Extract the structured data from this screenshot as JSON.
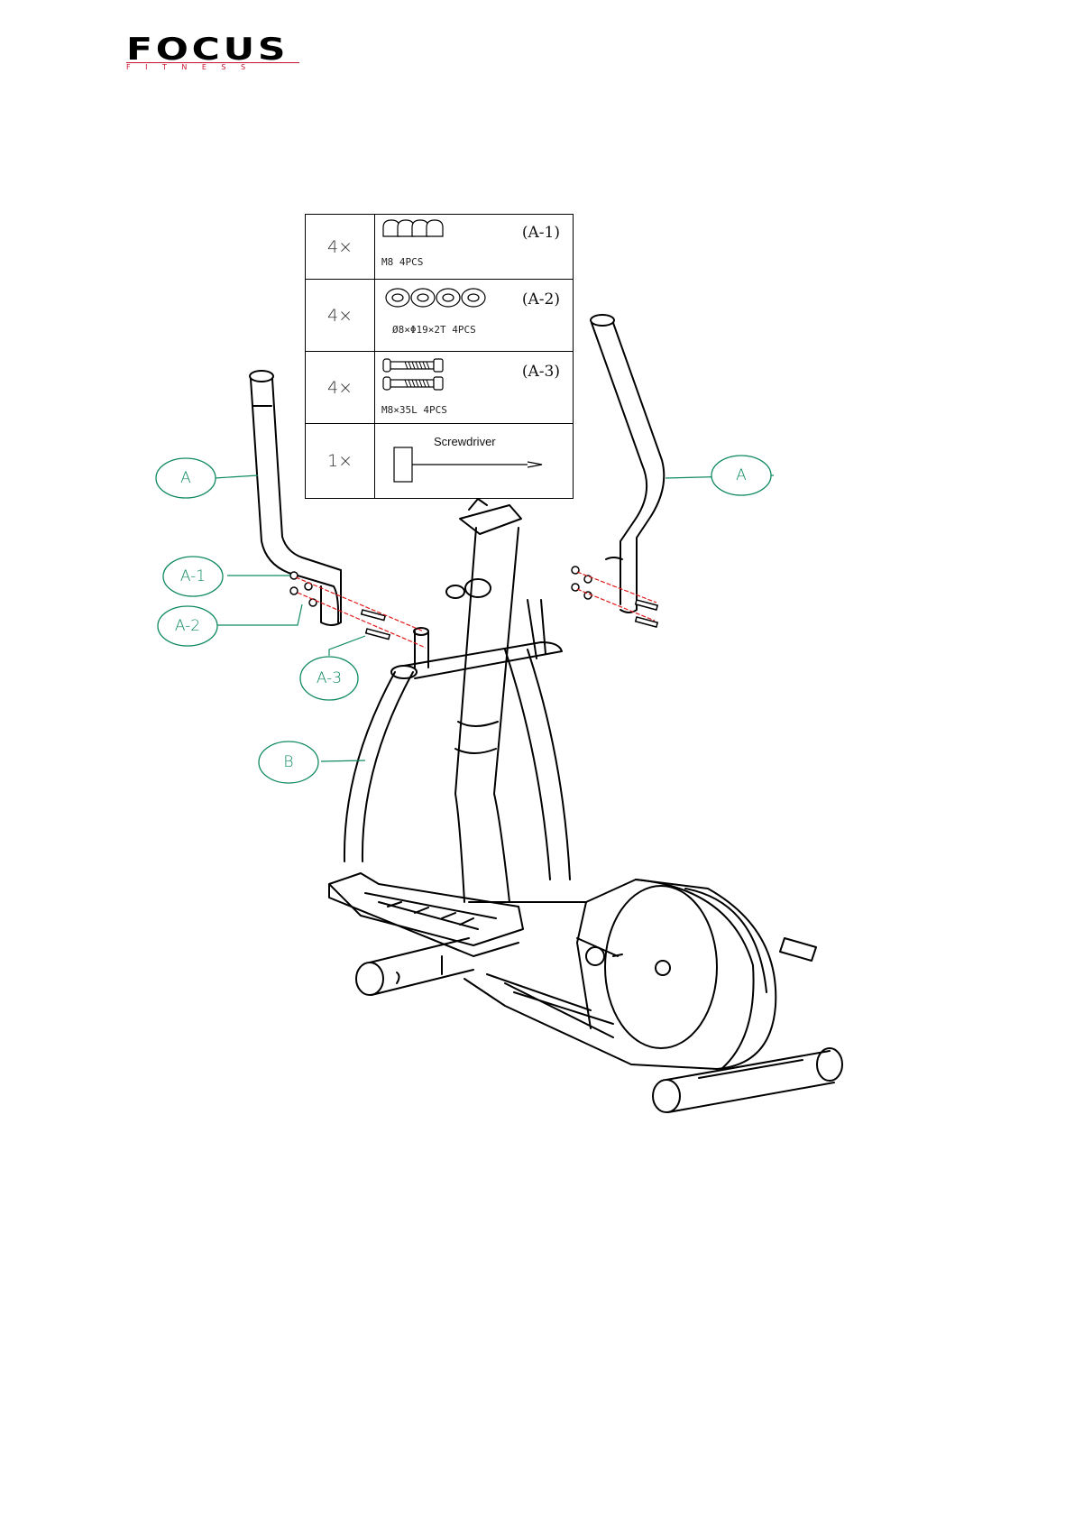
{
  "logo": {
    "brand": "FOCUS",
    "tagline": "FITNESS",
    "brand_color": "#000000",
    "tagline_color": "#c8102e"
  },
  "parts_table": {
    "rows": [
      {
        "qty": "4×",
        "code": "(A-1)",
        "spec": "M8    4PCS"
      },
      {
        "qty": "4×",
        "code": "(A-2)",
        "spec": "Ø8×Φ19×2T 4PCS"
      },
      {
        "qty": "4×",
        "code": "(A-3)",
        "spec": "M8×35L  4PCS"
      },
      {
        "qty": "1×",
        "code": "",
        "spec": "",
        "tool": "Screwdriver"
      }
    ]
  },
  "callouts": {
    "a_left": "A",
    "a_right": "A",
    "a1": "A-1",
    "a2": "A-2",
    "a3": "A-3",
    "b": "B"
  },
  "colors": {
    "callout": "#0f8a5f",
    "assembly_line": "#e01b1b",
    "line_art": "#000000"
  }
}
